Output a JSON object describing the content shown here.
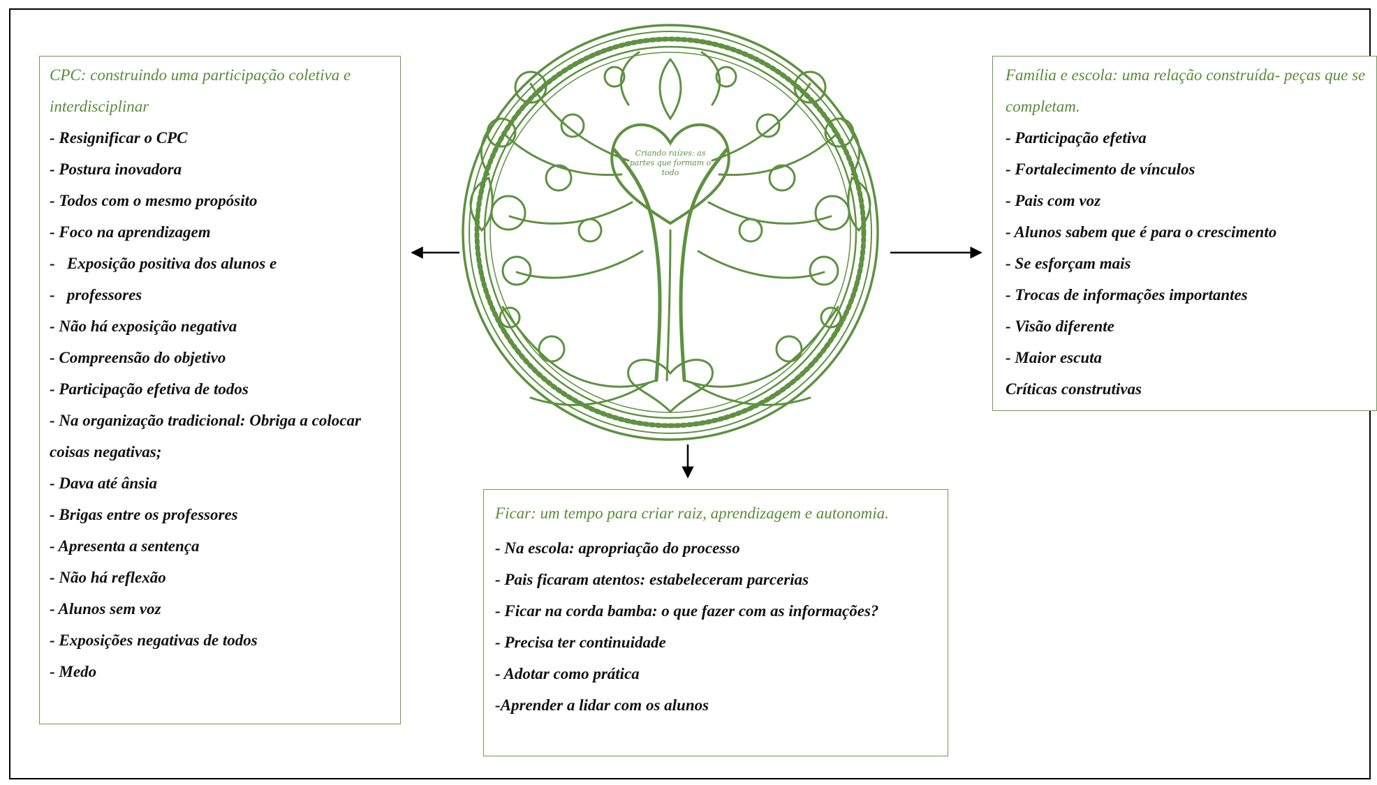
{
  "colors": {
    "accent": "#5a8a3a",
    "text": "#111111",
    "frame": "#000000"
  },
  "center": {
    "emblem_text": "Criando raízes: as partes que formam o todo"
  },
  "left_box": {
    "title": "CPC: construindo uma participação coletiva e interdisciplinar",
    "items": [
      "- Resignificar o CPC",
      "- Postura inovadora",
      "- Todos com o mesmo propósito",
      "- Foco na aprendizagem",
      "-   Exposição positiva dos alunos e",
      "-   professores",
      "- Não há exposição negativa",
      "- Compreensão do objetivo",
      "- Participação efetiva de todos",
      "- Na organização tradicional: Obriga a colocar",
      "coisas negativas;",
      "- Dava até ânsia",
      "- Brigas entre os professores",
      "- Apresenta a sentença",
      "- Não há reflexão",
      "- Alunos sem voz",
      "- Exposições negativas de todos",
      "- Medo"
    ]
  },
  "right_box": {
    "title": "Família e escola: uma relação construída- peças que se completam.",
    "items": [
      "- Participação efetiva",
      "- Fortalecimento de vínculos",
      "- Pais com voz",
      "- Alunos sabem que é para o crescimento",
      "- Se esforçam mais",
      "- Trocas de informações importantes",
      "- Visão diferente",
      "- Maior escuta",
      "Críticas construtivas"
    ]
  },
  "bottom_box": {
    "title": "Ficar: um tempo para criar raiz, aprendizagem e autonomia.",
    "items": [
      "- Na escola: apropriação do processo",
      "- Pais ficaram atentos: estabeleceram parcerias",
      "- Ficar na corda bamba: o que fazer com as informações?",
      "- Precisa ter continuidade",
      "- Adotar como prática",
      "-Aprender a lidar com os alunos"
    ]
  }
}
